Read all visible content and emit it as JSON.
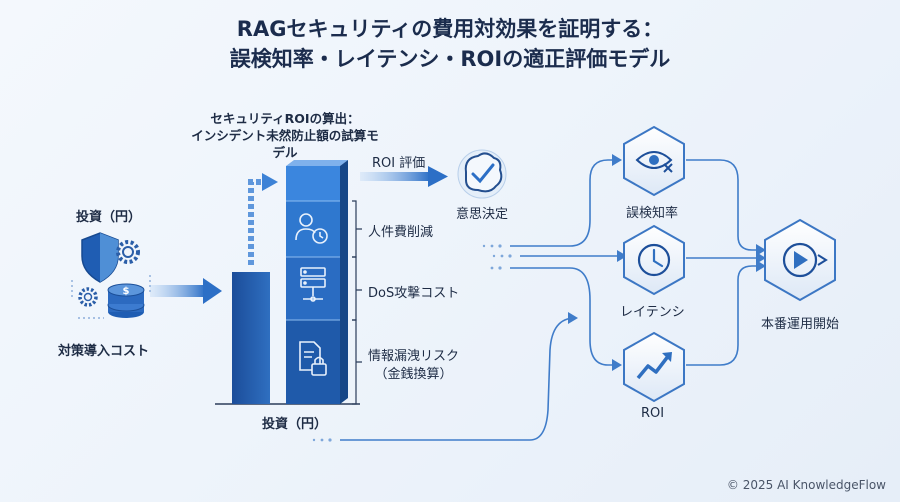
{
  "title_line1": "RAGセキュリティの費用対効果を証明する：",
  "title_line2": "誤検知率・レイテンシ・ROIの適正評価モデル",
  "left": {
    "top_label": "投資（円）",
    "bottom_label": "対策導入コスト"
  },
  "chart": {
    "subtitle_line1": "セキュリティROIの算出：",
    "subtitle_line2": "インシデント未然防止額の試算モデル",
    "axis_label": "投資（円）",
    "segments": [
      {
        "label": "人件費削減",
        "icon": "user-clock-icon"
      },
      {
        "label": "DoS攻撃コスト",
        "icon": "server-icon"
      },
      {
        "label_line1": "情報漏洩リスク",
        "label_line2": "（金銭換算）",
        "icon": "document-lock-icon"
      }
    ],
    "roi_label": "ROI 評価",
    "decision_label": "意思決定"
  },
  "metrics": {
    "false_positive": "誤検知率",
    "latency": "レイテンシ",
    "roi": "ROI",
    "production": "本番運用開始"
  },
  "copyright": "© 2025 AI KnowledgeFlow",
  "colors": {
    "accent": "#2f6fc0",
    "dark_blue": "#1d4f9a",
    "light_blue": "#6aa3e0"
  }
}
